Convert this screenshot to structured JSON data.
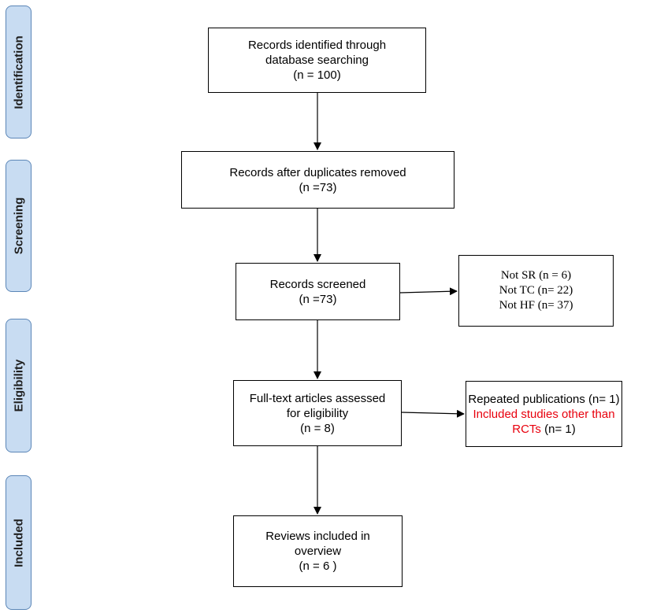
{
  "phases": [
    {
      "label": "Identification"
    },
    {
      "label": "Screening"
    },
    {
      "label": "Eligibility"
    },
    {
      "label": "Included"
    }
  ],
  "boxes": {
    "identified": {
      "lines": [
        "Records identified through",
        "database searching",
        "(n = 100)"
      ]
    },
    "after_duplicates": {
      "lines": [
        "Records after duplicates removed",
        "(n =73)"
      ]
    },
    "screened": {
      "lines": [
        "Records screened",
        "(n =73)"
      ]
    },
    "excluded_screening": {
      "lines": [
        "Not SR (n = 6)",
        "Not TC (n= 22)",
        "Not HF (n= 37)"
      ]
    },
    "fulltext": {
      "lines": [
        "Full-text articles assessed",
        "for eligibility",
        "(n = 8)"
      ]
    },
    "excluded_fulltext": {
      "line1": "Repeated publications (n= 1)",
      "line2_red": "Included studies other than",
      "line3_red": "RCTs",
      "line3_rest": " (n= 1)"
    },
    "included": {
      "lines": [
        "Reviews included in",
        "overview",
        "(n = 6 )"
      ]
    }
  },
  "colors": {
    "phase_fill": "#c8dcf2",
    "phase_border": "#5b86b7",
    "highlight_red": "#e8000d"
  }
}
